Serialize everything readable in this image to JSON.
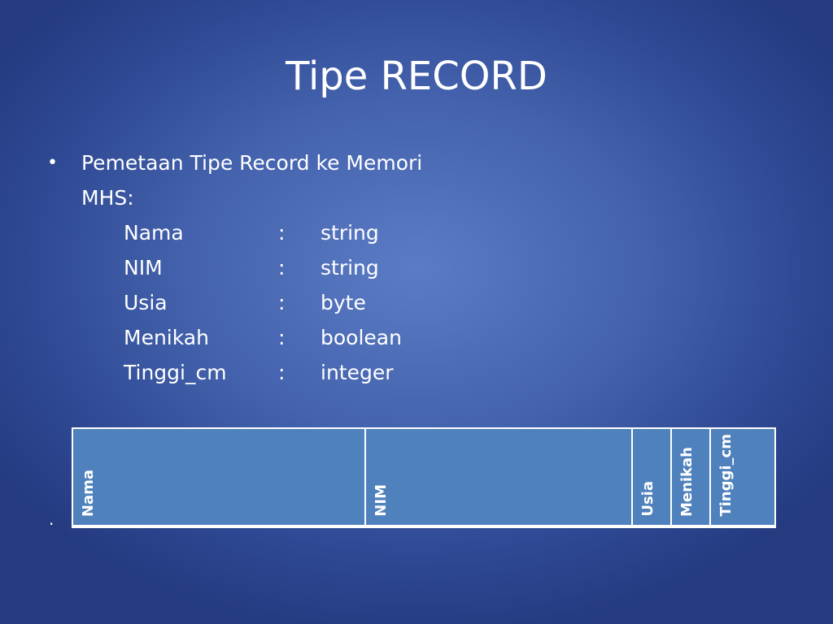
{
  "slide": {
    "title": "Tipe RECORD",
    "bullet_symbol": "•",
    "bullet_text": "Pemetaan Tipe Record ke Memori",
    "record_name": "MHS:",
    "fields": [
      {
        "name": "Nama",
        "colon": ":",
        "type": "string"
      },
      {
        "name": "NIM",
        "colon": ":",
        "type": "string"
      },
      {
        "name": "Usia",
        "colon": ":",
        "type": "byte"
      },
      {
        "name": "Menikah",
        "colon": ":",
        "type": "boolean"
      },
      {
        "name": "Tinggi_cm",
        "colon": ":",
        "type": "integer"
      }
    ],
    "trailing_dot": ".",
    "memory_cells": [
      "Nama",
      "NIM",
      "Usia",
      "Menikah",
      "Tinggi_cm"
    ]
  }
}
